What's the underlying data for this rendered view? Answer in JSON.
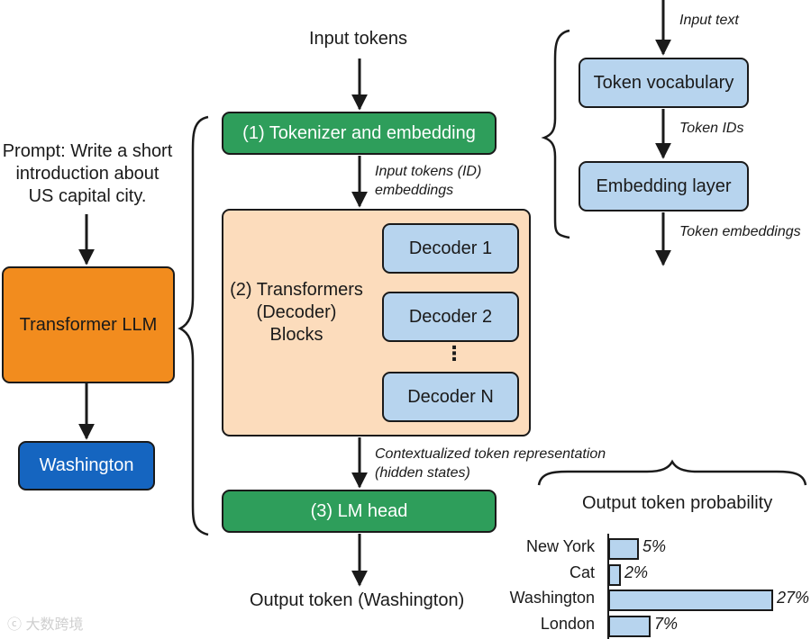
{
  "prompt": {
    "line1": "Prompt: Write a short",
    "line2": "introduction about",
    "line3": "US capital city."
  },
  "transformer_llm": "Transformer LLM",
  "output_word": "Washington",
  "input_tokens": "Input tokens",
  "tokenizer": "(1) Tokenizer and embedding",
  "embed_label": {
    "line1": "Input tokens (ID)",
    "line2": "embeddings"
  },
  "transformer_block": {
    "line1": "(2) Transformers",
    "line2": "(Decoder)",
    "line3": "Blocks"
  },
  "decoders": [
    "Decoder 1",
    "Decoder 2",
    "Decoder N"
  ],
  "vertical_ellipsis": "⋮",
  "context_label": {
    "line1": "Contextualized token representation",
    "line2": "(hidden states)"
  },
  "lm_head": "(3) LM head",
  "output_token": "Output token (Washington)",
  "right_panel": {
    "input_text": "Input text",
    "vocab": "Token vocabulary",
    "token_ids": "Token IDs",
    "embedding_layer": "Embedding layer",
    "token_embeddings": "Token embeddings"
  },
  "chart_data": {
    "type": "bar",
    "orientation": "horizontal",
    "title": "Output token probability",
    "categories": [
      "New York",
      "Cat",
      "Washington",
      "London"
    ],
    "values": [
      5,
      2,
      27,
      7
    ],
    "value_labels": [
      "5%",
      "2%",
      "27%",
      "7%"
    ],
    "unit": "%",
    "xlim": [
      0,
      27
    ]
  },
  "watermark": "大数跨境",
  "colors": {
    "green": "#2e9e5b",
    "blue": "#b7d4ee",
    "orange": "#f28c1e",
    "navy": "#1565c0",
    "peach": "#fcdcbc"
  }
}
